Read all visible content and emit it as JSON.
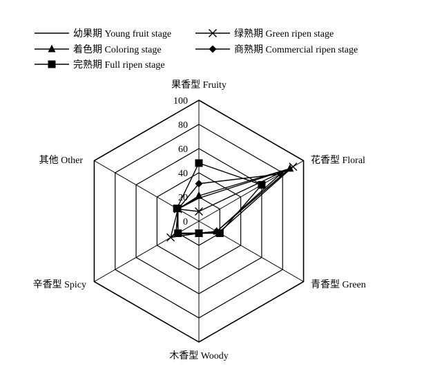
{
  "chart_data": {
    "type": "radar",
    "axes": [
      "果香型 Fruity",
      "花香型 Floral",
      "青香型 Green",
      "木香型 Woody",
      "辛香型 Spicy",
      "其他 Other"
    ],
    "ticks": [
      "0",
      "20",
      "40",
      "60",
      "80",
      "100"
    ],
    "rlim": [
      0,
      100
    ],
    "grid": true,
    "legend_position": "top-left",
    "series": [
      {
        "name": "幼果期 Young fruit stage",
        "marker": "none",
        "values": [
          19,
          86,
          17,
          10,
          22,
          20
        ]
      },
      {
        "name": "绿熟期 Green ripen stage",
        "marker": "x",
        "values": [
          8,
          90,
          19,
          10,
          27,
          20
        ]
      },
      {
        "name": "着色期 Coloring stage",
        "marker": "triangle",
        "values": [
          21,
          87,
          17,
          10,
          20,
          20
        ]
      },
      {
        "name": "商熟期 Commercial ripen stage",
        "marker": "diamond",
        "values": [
          31,
          78,
          17,
          10,
          20,
          20
        ]
      },
      {
        "name": "完熟期 Full ripen stage",
        "marker": "square",
        "values": [
          48,
          60,
          20,
          10,
          20,
          21
        ]
      }
    ]
  }
}
